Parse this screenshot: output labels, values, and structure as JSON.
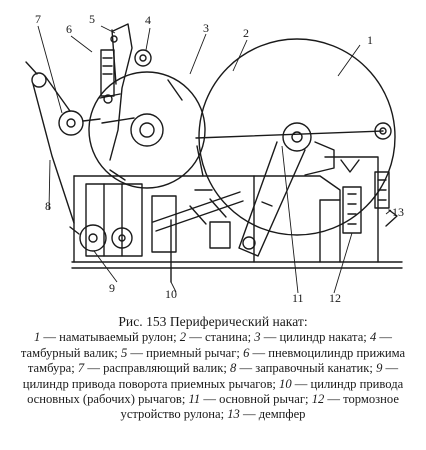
{
  "figure": {
    "callouts": [
      "1",
      "2",
      "3",
      "4",
      "5",
      "6",
      "7",
      "8",
      "9",
      "10",
      "11",
      "12",
      "13"
    ]
  },
  "caption": {
    "title_prefix": "Рис.",
    "figure_number": "153",
    "title": "Периферический накат:",
    "items": [
      {
        "num": "1",
        "text": "наматываемый рулон;"
      },
      {
        "num": "2",
        "text": "станина;"
      },
      {
        "num": "3",
        "text": "цилиндр наката;"
      },
      {
        "num": "4",
        "text": "тамбурный валик;"
      },
      {
        "num": "5",
        "text": "приемный рычаг;"
      },
      {
        "num": "6",
        "text": "пневмоцилиндр прижима тамбура;"
      },
      {
        "num": "7",
        "text": "расправляющий валик;"
      },
      {
        "num": "8",
        "text": "заправочный канатик;"
      },
      {
        "num": "9",
        "text": "цилиндр привода поворота приемных рычагов;"
      },
      {
        "num": "10",
        "text": "цилиндр привода основных (рабочих) рычагов;"
      },
      {
        "num": "11",
        "text": "основной рычаг;"
      },
      {
        "num": "12",
        "text": "тормозное устройство рулона;"
      },
      {
        "num": "13",
        "text": "демпфер"
      }
    ]
  }
}
